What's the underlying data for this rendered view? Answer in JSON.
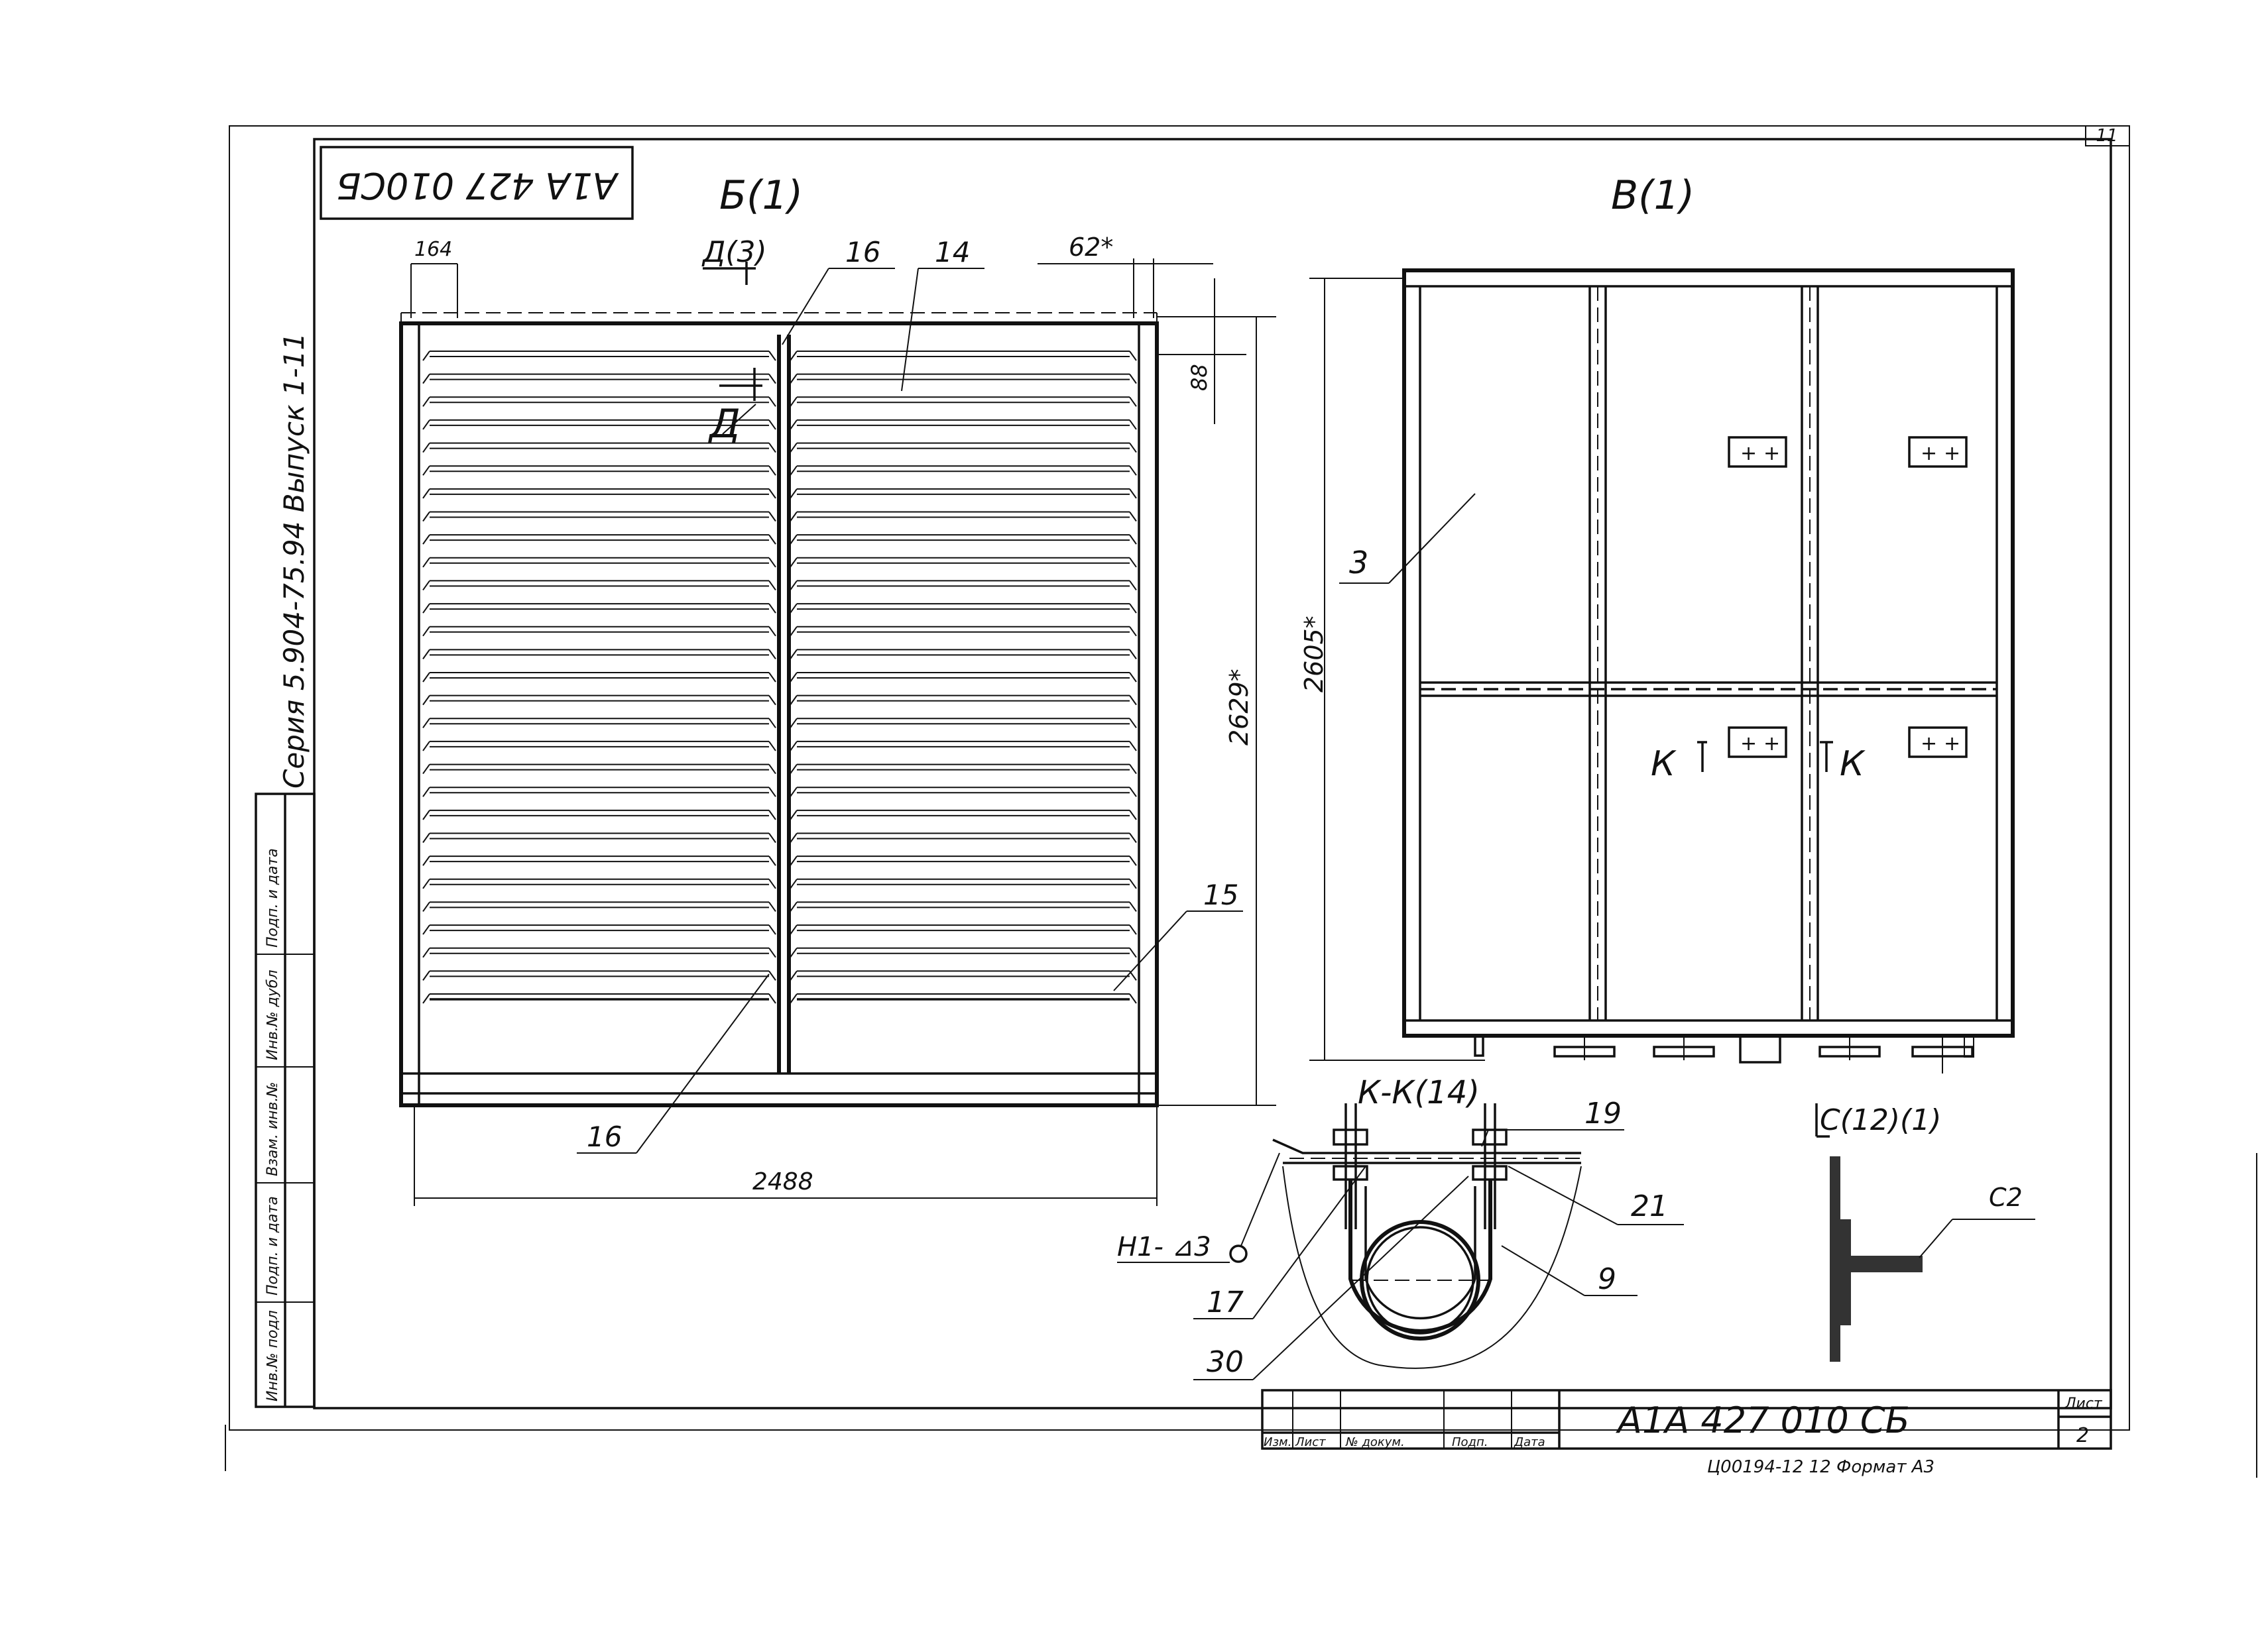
{
  "sheet": {
    "corner_number": "11",
    "top_stamp": "А1А 427 010СБ",
    "side_text": "Серия  5.904-75.94     Выпуск  1-11",
    "side_columns": [
      "Инв.№ подл",
      "Подп. и дата",
      "Взам. инв.№",
      "Инв.№ дубл",
      "Подп. и дата"
    ]
  },
  "view_b": {
    "title": "Б(1)",
    "section_mark": "Д(3)",
    "section_letter": "Д",
    "dims": {
      "left_top": "164",
      "right_top": "62*",
      "right_small": "88",
      "height": "2629*",
      "width": "2488"
    },
    "callouts": [
      "16",
      "14",
      "15",
      "16"
    ]
  },
  "view_v": {
    "title": "В(1)",
    "height_dim": "2605*",
    "callout": "3",
    "section_left": "К",
    "section_right": "К"
  },
  "section_kk": {
    "title": "К-К(14)",
    "weld_note": "Н1- ⊿3",
    "callouts": [
      "19",
      "21",
      "9",
      "17",
      "30"
    ]
  },
  "detail_c": {
    "title": "С(12)(1)",
    "weld": "С2"
  },
  "title_block": {
    "doc_code": "А1А 427 010 СБ",
    "sheet_label": "Лист",
    "sheet_number": "2",
    "columns": [
      "Изм.",
      "Лист",
      "№ докум.",
      "Подп.",
      "Дата"
    ],
    "footer": "Ц00194-12     12     Формат А3"
  }
}
